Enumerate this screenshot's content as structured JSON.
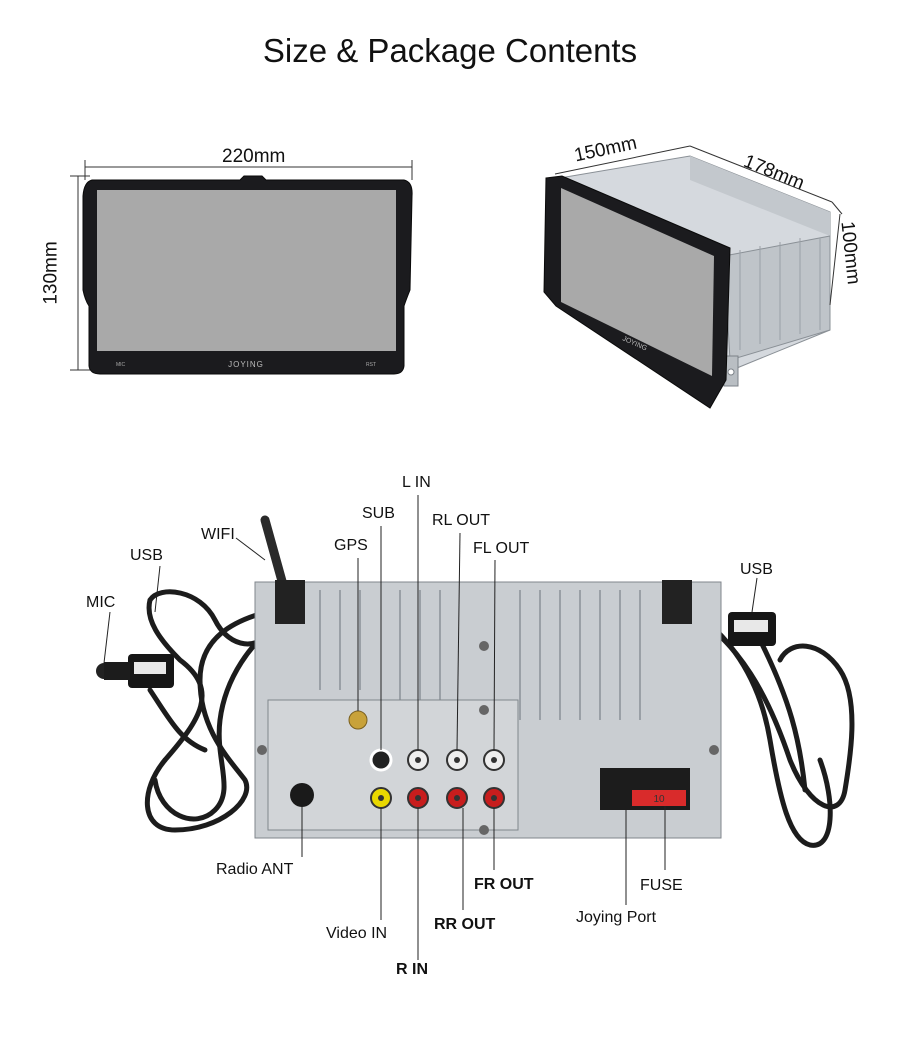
{
  "title": "Size & Package Contents",
  "dimensions": {
    "front_width": "220mm",
    "front_height": "130mm",
    "side_height": "150mm",
    "side_depth": "178mm",
    "side_side": "100mm"
  },
  "front_panel": {
    "mic_label": "MIC",
    "brand": "JOYING",
    "rst_label": "RST"
  },
  "connectors": {
    "l_in": "L IN",
    "sub": "SUB",
    "rl_out": "RL OUT",
    "wifi": "WIFI",
    "gps": "GPS",
    "fl_out": "FL OUT",
    "usb_left": "USB",
    "usb_right": "USB",
    "mic": "MIC",
    "radio_ant": "Radio ANT",
    "fr_out": "FR OUT",
    "fuse": "FUSE",
    "joying_port": "Joying Port",
    "video_in": "Video IN",
    "rr_out": "RR OUT",
    "r_in": "R IN"
  },
  "fuse_value": "10"
}
